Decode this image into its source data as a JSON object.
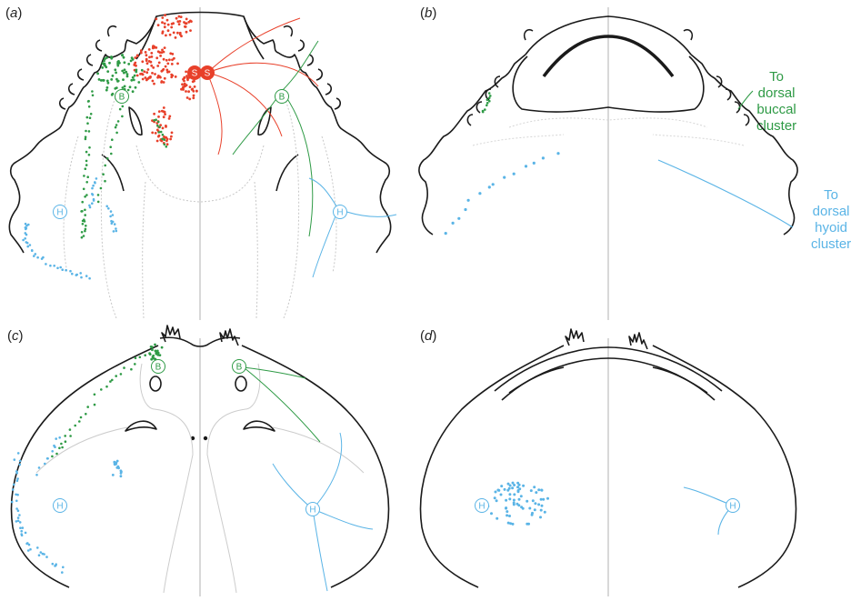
{
  "panels": [
    {
      "id": "a",
      "label": "a"
    },
    {
      "id": "b",
      "label": "b"
    },
    {
      "id": "c",
      "label": "c"
    },
    {
      "id": "d",
      "label": "d"
    }
  ],
  "markers": {
    "buccal": "B",
    "hyoid": "H",
    "superficial": "S"
  },
  "notes": {
    "buccal_lines": [
      "To",
      "dorsal",
      "buccal",
      "cluster"
    ],
    "hyoid_lines": [
      "To",
      "dorsal",
      "hyoid",
      "cluster"
    ]
  },
  "colors": {
    "outline": "#1a1a1a",
    "guide": "#c8c8c8",
    "buccal": "#2e9a45",
    "hyoid": "#5ab4e6",
    "superficial": "#e8402a",
    "midline": "#bdbdbd"
  }
}
